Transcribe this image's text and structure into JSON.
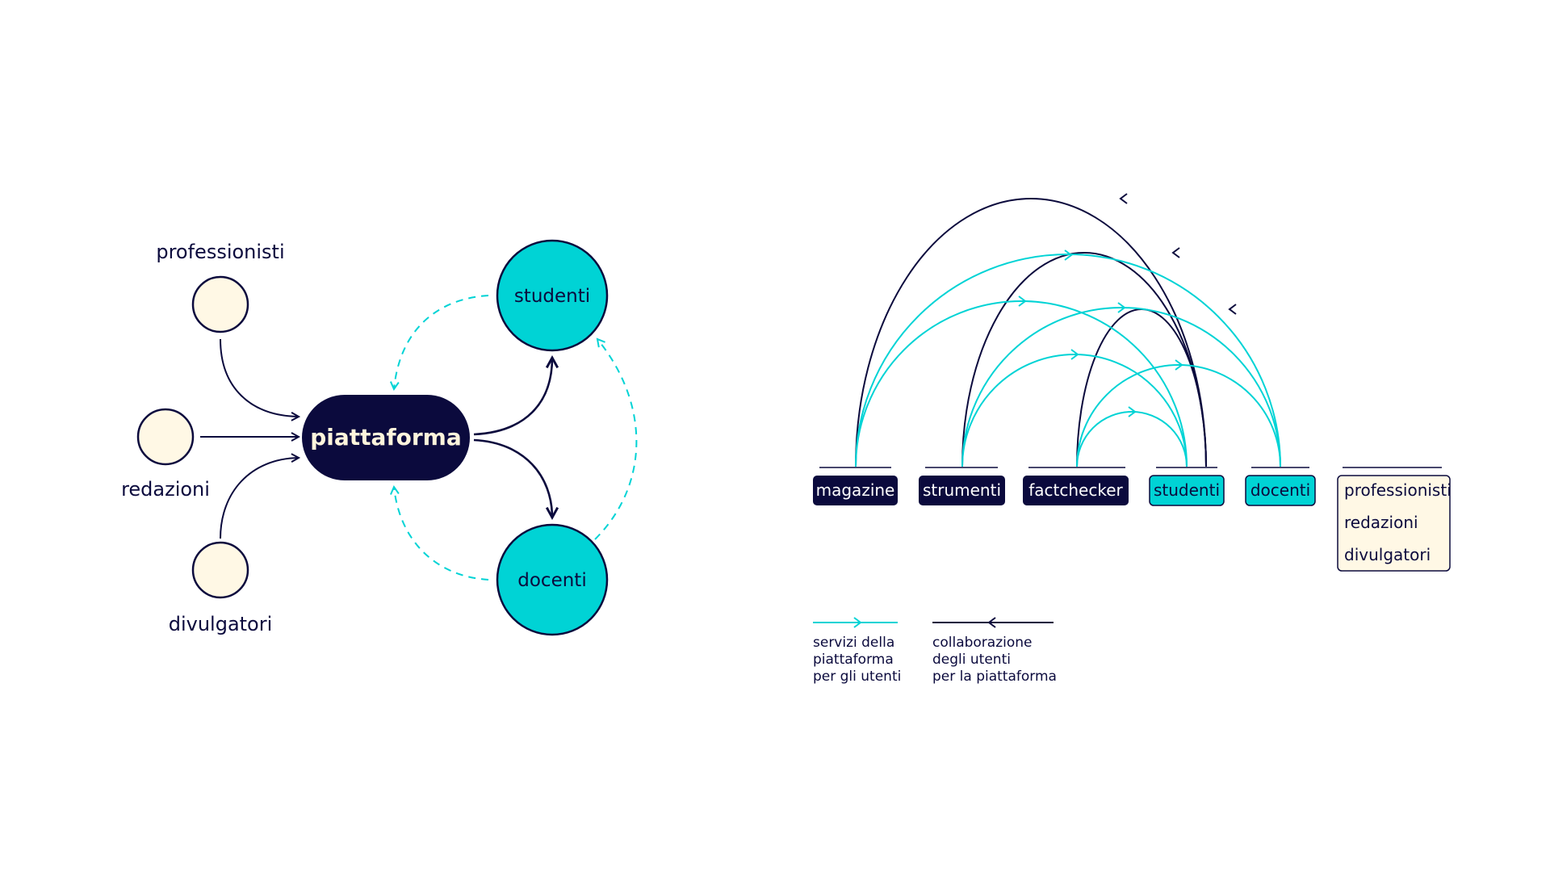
{
  "colors": {
    "navy": "#0b0a3d",
    "cyan": "#00d3d5",
    "cream": "#fff8e5",
    "white": "#ffffff"
  },
  "left_diagram": {
    "center": "piattaforma",
    "sources": [
      "professionisti",
      "redazioni",
      "divulgatori"
    ],
    "targets": [
      "studenti",
      "docenti"
    ]
  },
  "right_diagram": {
    "tags": [
      "magazine",
      "strumenti",
      "factchecker",
      "studenti",
      "docenti"
    ],
    "group": [
      "professionisti",
      "redazioni",
      "divulgatori"
    ]
  },
  "legend": {
    "services": [
      "servizi della",
      "piattaforma",
      "per gli utenti"
    ],
    "collaboration": [
      "collaborazione",
      "degli utenti",
      "per la piattaforma"
    ]
  }
}
